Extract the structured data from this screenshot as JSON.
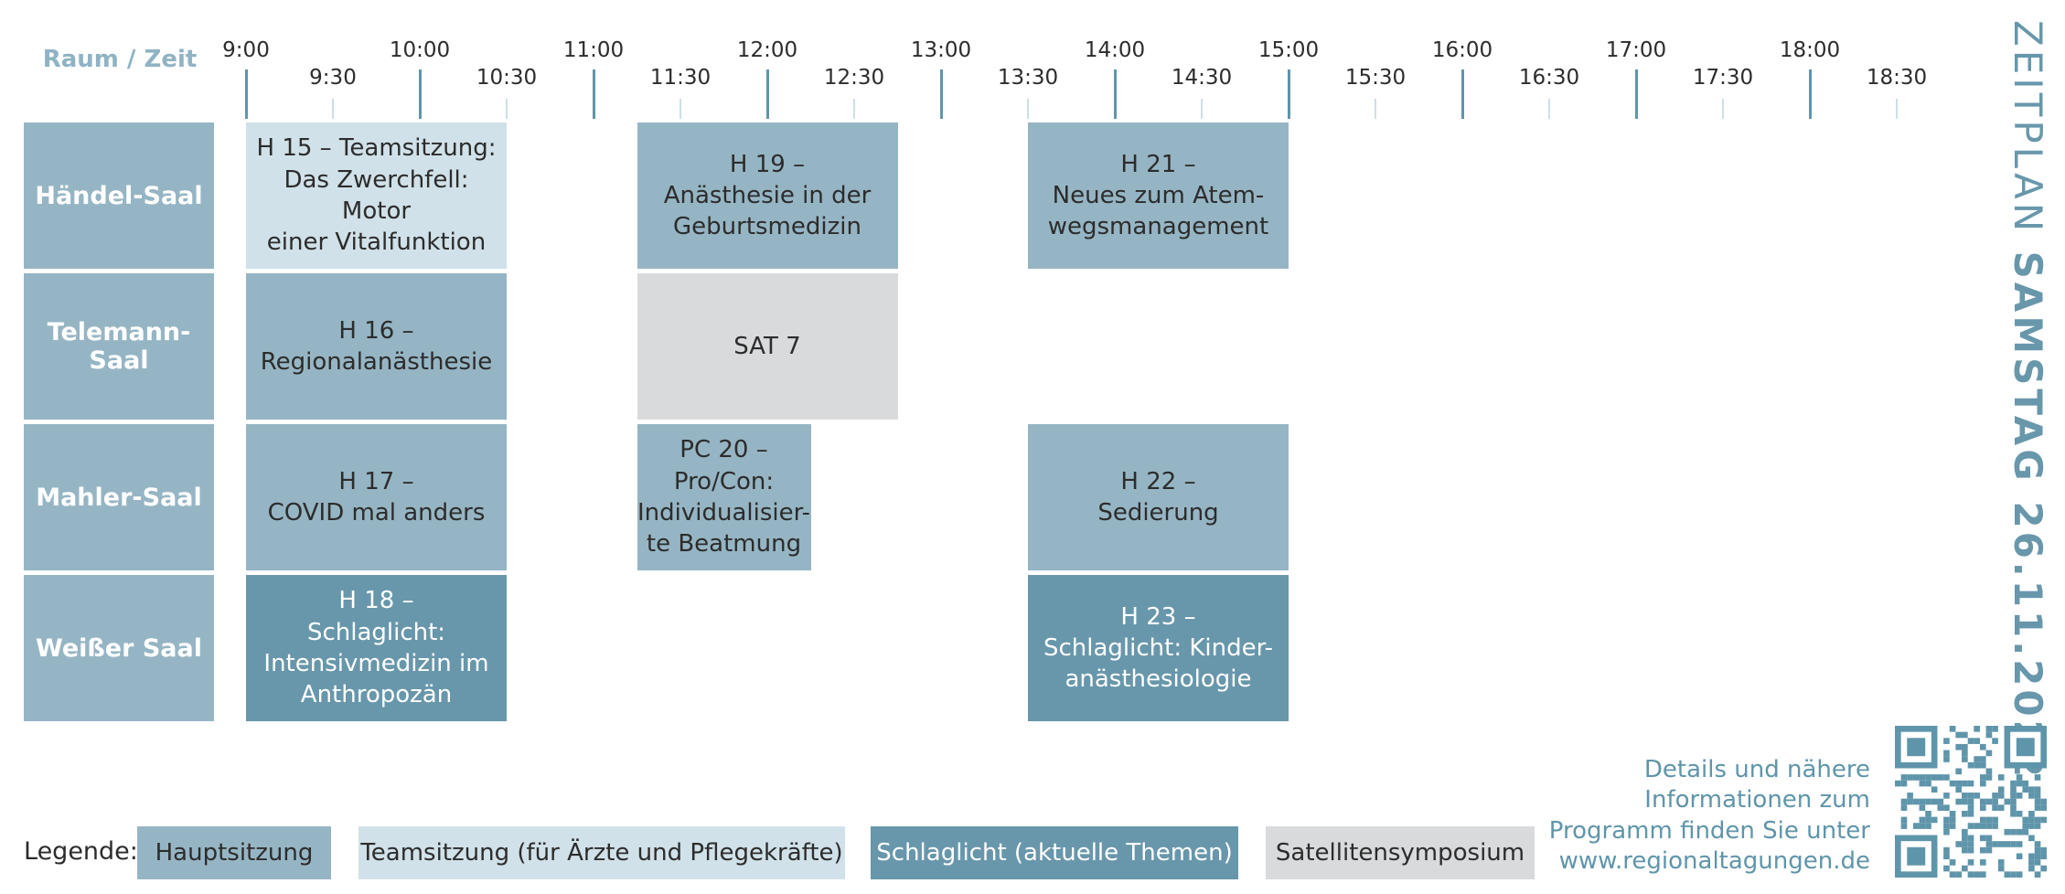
{
  "header": {
    "corner_label": "Raum / Zeit",
    "full_hours": [
      "9:00",
      "10:00",
      "11:00",
      "12:00",
      "13:00",
      "14:00",
      "15:00",
      "16:00",
      "17:00",
      "18:00"
    ],
    "half_hours": [
      "9:30",
      "10:30",
      "11:30",
      "12:30",
      "13:30",
      "14:30",
      "15:30",
      "16:30",
      "17:30",
      "18:30"
    ]
  },
  "rooms": [
    {
      "name": "Händel-Saal"
    },
    {
      "name": "Telemann-Saal"
    },
    {
      "name": "Mahler-Saal"
    },
    {
      "name": "Weißer Saal"
    }
  ],
  "sessions": [
    {
      "id": "h15",
      "room": 0,
      "start": "9:00",
      "end": "10:30",
      "category": "teamsitzung",
      "lines": [
        "H 15 – Teamsitzung:",
        "Das Zwerchfell: Motor",
        "einer Vitalfunktion"
      ]
    },
    {
      "id": "h19",
      "room": 0,
      "start": "11:15",
      "end": "12:45",
      "category": "hauptsitzung",
      "lines": [
        "H 19 –",
        "Anästhesie in der",
        "Geburtsmedizin"
      ]
    },
    {
      "id": "h21",
      "room": 0,
      "start": "13:30",
      "end": "15:00",
      "category": "hauptsitzung",
      "lines": [
        "H 21 –",
        "Neues zum Atem-",
        "wegsmanagement"
      ]
    },
    {
      "id": "h16",
      "room": 1,
      "start": "9:00",
      "end": "10:30",
      "category": "hauptsitzung",
      "lines": [
        "H 16 –",
        "Regionalanästhesie"
      ]
    },
    {
      "id": "sat7",
      "room": 1,
      "start": "11:15",
      "end": "12:45",
      "category": "satellit",
      "lines": [
        "SAT 7"
      ]
    },
    {
      "id": "h17",
      "room": 2,
      "start": "9:00",
      "end": "10:30",
      "category": "hauptsitzung",
      "lines": [
        "H 17 –",
        "COVID mal anders"
      ]
    },
    {
      "id": "pc20",
      "room": 2,
      "start": "11:15",
      "end": "12:15",
      "category": "hauptsitzung",
      "lines": [
        "PC 20 –",
        "Pro/Con:",
        "Individualisier-",
        "te Beatmung"
      ]
    },
    {
      "id": "h22",
      "room": 2,
      "start": "13:30",
      "end": "15:00",
      "category": "hauptsitzung",
      "lines": [
        "H 22 –",
        "Sedierung"
      ]
    },
    {
      "id": "h18",
      "room": 3,
      "start": "9:00",
      "end": "10:30",
      "category": "schlaglicht",
      "lines": [
        "H 18 –",
        "Schlaglicht:",
        "Intensivmedizin im",
        "Anthropozän"
      ]
    },
    {
      "id": "h23",
      "room": 3,
      "start": "13:30",
      "end": "15:00",
      "category": "schlaglicht",
      "lines": [
        "H 23 –",
        "Schlaglicht: Kinder-",
        "anästhesiologie"
      ]
    }
  ],
  "side_title": {
    "light": "ZEITPLAN",
    "bold": "SAMSTAG 26.11.2022"
  },
  "legend": {
    "label": "Legende:",
    "items": [
      {
        "category": "hauptsitzung",
        "label": "Hauptsitzung"
      },
      {
        "category": "teamsitzung",
        "label": "Teamsitzung (für Ärzte und Pflegekräfte)"
      },
      {
        "category": "schlaglicht",
        "label": "Schlaglicht (aktuelle Themen)"
      },
      {
        "category": "satellit",
        "label": "Satellitensymposium"
      }
    ]
  },
  "info": {
    "lines": [
      "Details und nähere",
      "Informationen zum",
      "Programm finden Sie unter",
      "www.regionaltagungen.de"
    ]
  },
  "colors": {
    "hauptsitzung": "#96b5c4",
    "teamsitzung": "#d1e1e9",
    "schlaglicht": "#6897ab",
    "satellit": "#d9dadc",
    "accent": "#5f95aa"
  }
}
